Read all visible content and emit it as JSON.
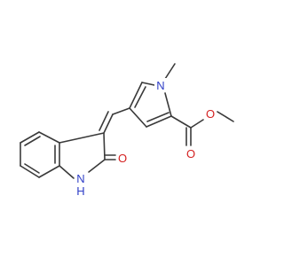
{
  "molecule": {
    "atoms": {
      "n_pyrrole": {
        "label": "N",
        "color": "#2f3ec7"
      },
      "o_carbonyl": {
        "label": "O",
        "color": "#d42020"
      },
      "o_ester": {
        "label": "O",
        "color": "#d42020"
      },
      "o_lactam": {
        "label": "O",
        "color": "#d42020"
      },
      "nh_lactam": {
        "label": "N",
        "color": "#2f3ec7"
      },
      "h_lactam": {
        "label": "H",
        "color": "#2f3ec7"
      }
    },
    "bond_color": "#3a3a3a"
  }
}
